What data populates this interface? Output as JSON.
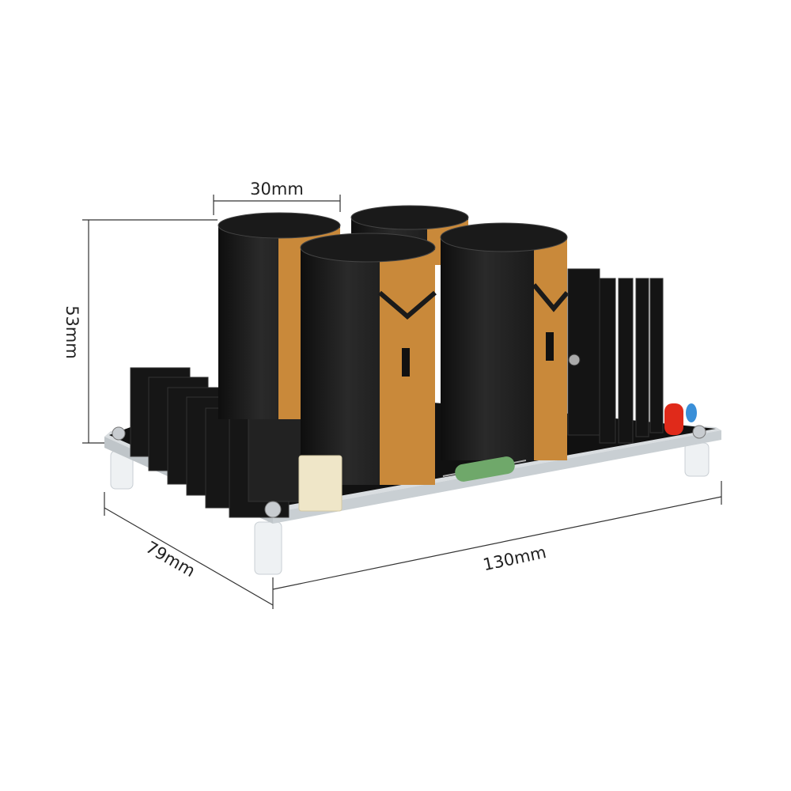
{
  "dimensions": {
    "capacitor_diameter": "30mm",
    "height": "53mm",
    "depth": "79mm",
    "length": "130mm"
  },
  "colors": {
    "capacitor_body": "#1c1c1c",
    "capacitor_sleeve": "#c9893a",
    "board": "#111111",
    "resistor": "#6fa86a",
    "led": "#e02a1a",
    "film_cap": "#efe6c8"
  }
}
